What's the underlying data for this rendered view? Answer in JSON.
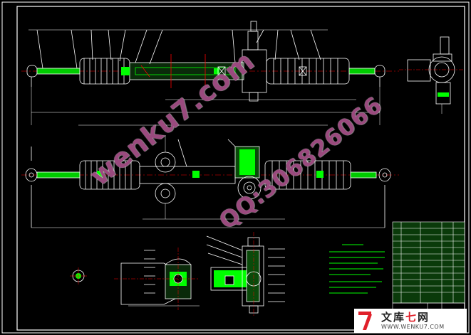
{
  "drawing": {
    "background": "#000000",
    "line_color": "#ffffff",
    "hatch_color": "#00ff00",
    "dim_color": "#ffff00",
    "red_color": "#ff0000",
    "notes_color": "#00ff00"
  },
  "watermark": {
    "site": "wenku7.com",
    "qq": "QQ:306826066",
    "color": "#9a4a7e"
  },
  "logo": {
    "mark": "7",
    "text_cn": "文库",
    "text_cn_red": "七",
    "text_cn_end": "网",
    "url": "WWW.WENKU7.COM"
  }
}
